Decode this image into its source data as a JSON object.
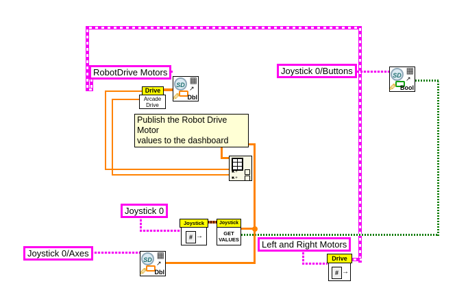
{
  "diagram": {
    "background": "#ffffff",
    "colors": {
      "string_wire": "#F500F5",
      "label_border": "#FF00F0",
      "numeric_wire": "#FF8200",
      "boolean_wire": "#0A7A00",
      "devref_wire": "#8B4513",
      "node_header_bg": "#FFFF00",
      "comment_bg": "#FFFFD5"
    }
  },
  "labels": {
    "robotdrive_motors": "RobotDrive Motors",
    "joystick_buttons": "Joystick 0/Buttons",
    "joystick_0": "Joystick 0",
    "joystick_axes": "Joystick 0/Axes",
    "left_right_motors": "Left and Right Motors"
  },
  "comment": {
    "lines": {
      "0": "Publish the Robot Drive Motor",
      "1": "values to the dashboard"
    }
  },
  "nodes": {
    "arcade_drive": {
      "header": "Drive",
      "line1": "Arcade",
      "line2": "Drive"
    },
    "sd_write_motors": {
      "logo": "SD",
      "type": "Dbl"
    },
    "sd_write_axes": {
      "logo": "SD",
      "type": "Dbl"
    },
    "sd_write_buttons": {
      "logo": "SD",
      "type": "Bool"
    },
    "joystick_registry_get": {
      "header": "Joystick"
    },
    "joystick_get_values": {
      "header": "Joystick",
      "line1": "GET",
      "line2": "VALUES"
    },
    "drive_registry_get": {
      "header": "Drive"
    }
  },
  "icons": {
    "pencil": "✎",
    "grid": "▦",
    "curve_arrow": "↗",
    "doc_hash": "#",
    "doc_arrow": "→",
    "index_array_row": "■.+"
  }
}
